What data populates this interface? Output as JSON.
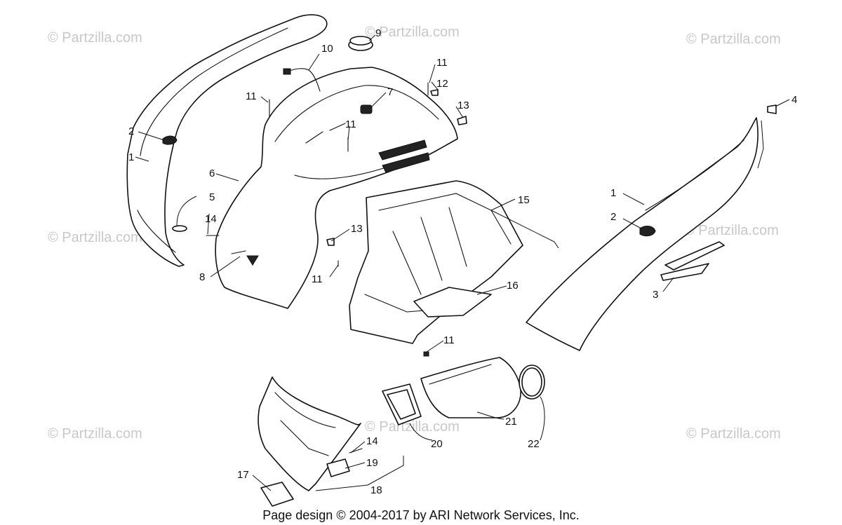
{
  "watermark": "© Partzilla.com",
  "credit": "Page design © 2004-2017 by ARI Network Services, Inc.",
  "callouts": [
    "1",
    "2",
    "3",
    "4",
    "5",
    "6",
    "7",
    "8",
    "9",
    "10",
    "11",
    "12",
    "13",
    "14",
    "15",
    "16",
    "17",
    "18",
    "19",
    "20",
    "21",
    "22"
  ],
  "colors": {
    "line": "#111111",
    "watermark": "#c8c8c8",
    "background": "#ffffff"
  }
}
